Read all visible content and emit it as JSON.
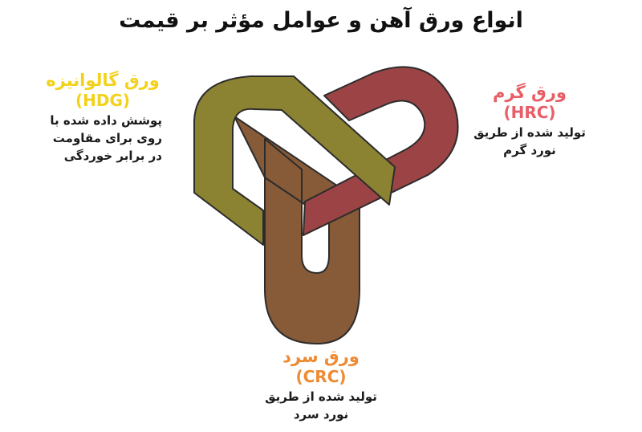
{
  "title": "انواع ورق آهن و عوامل مؤثر بر قیمت",
  "colors": {
    "hdg_band": "#8B8232",
    "hrc_band": "#9C4445",
    "crc_band": "#875A38",
    "hdg_heading": "#F2D21B",
    "hrc_heading": "#E85E66",
    "crc_heading": "#EF8A32",
    "outline": "#2c2c2c"
  },
  "items": {
    "hdg": {
      "heading": "ورق گالوانیزه",
      "code": "(HDG)",
      "desc": [
        "پوشش داده شده با",
        "روی برای مقاومت",
        "در برابر خوردگی"
      ]
    },
    "hrc": {
      "heading": "ورق گرم",
      "code": "(HRC)",
      "desc": [
        "تولید شده از طریق",
        "نورد گرم"
      ]
    },
    "crc": {
      "heading": "ورق سرد",
      "code": "(CRC)",
      "desc": [
        "تولید شده از طریق",
        "نورد سرد"
      ]
    }
  }
}
